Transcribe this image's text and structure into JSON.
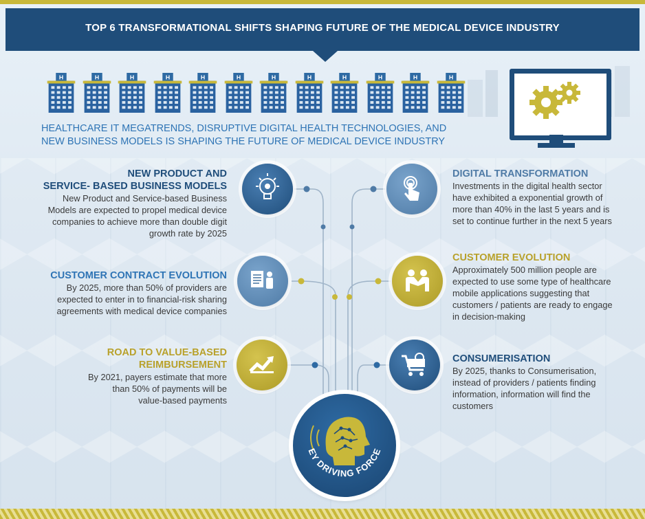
{
  "header": {
    "title": "TOP 6 TRANSFORMATIONAL SHIFTS SHAPING FUTURE OF THE MEDICAL DEVICE INDUSTRY"
  },
  "hospital_label": "H",
  "intro": {
    "line1": "HEALTHCARE IT MEGATRENDS, DISRUPTIVE DIGITAL HEALTH TECHNOLOGIES, AND",
    "line2": "NEW BUSINESS MODELS IS SHAPING THE FUTURE OF MEDICAL DEVICE INDUSTRY"
  },
  "left": [
    {
      "title_lines": [
        "NEW PRODUCT AND",
        "SERVICE- BASED BUSINESS MODELS"
      ],
      "body_lines": [
        "New Product and Service-based Business",
        "Models are expected to propel medical device",
        "companies to achieve more than double digit",
        "growth rate by 2025"
      ],
      "icon": "lightbulb-icon"
    },
    {
      "title_lines": [
        "CUSTOMER CONTRACT EVOLUTION"
      ],
      "body_lines": [
        "By 2025, more than 50% of providers are",
        "expected to enter in to financial-risk sharing",
        "agreements with medical device companies"
      ],
      "icon": "contract-person-icon"
    },
    {
      "title_lines": [
        "ROAD TO VALUE-BASED",
        "REIMBURSEMENT"
      ],
      "body_lines": [
        "By 2021, payers estimate that more",
        "than 50% of payments will be",
        "value-based payments"
      ],
      "icon": "growth-arrow-icon"
    }
  ],
  "right": [
    {
      "title_lines": [
        "DIGITAL TRANSFORMATION"
      ],
      "body_lines": [
        "Investments in the digital health sector",
        "have exhibited a exponential growth of",
        "more than 40% in the last 5 years and is",
        "set to continue further in the next 5 years"
      ],
      "icon": "touch-hand-icon"
    },
    {
      "title_lines": [
        "CUSTOMER EVOLUTION"
      ],
      "body_lines": [
        "Approximately 500 million people are",
        "expected to use some type of healthcare",
        "mobile applications suggesting that",
        "customers / patients are ready to engage",
        "in decision-making"
      ],
      "icon": "people-icon"
    },
    {
      "title_lines": [
        "CONSUMERISATION"
      ],
      "body_lines": [
        "By 2025, thanks to Consumerisation,",
        "instead of providers / patients finding",
        "information, information will find the",
        "customers"
      ],
      "icon": "shopping-cart-icon"
    }
  ],
  "center": {
    "label": "KEY DRIVING FORCES",
    "icon": "head-brain-icon"
  },
  "colors": {
    "navy": "#1f4d7a",
    "gold": "#b8a12b",
    "steel": "#4f7ba6",
    "intro_blue": "#2e74b5"
  }
}
